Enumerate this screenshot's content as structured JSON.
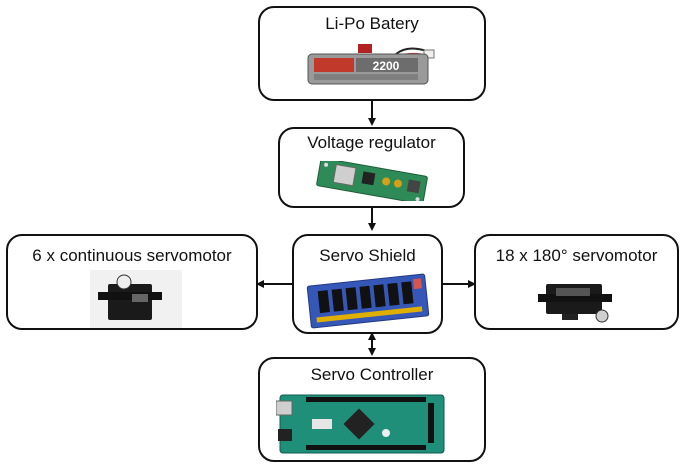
{
  "nodes": {
    "battery": {
      "label": "Li-Po Batery",
      "image_text": "2200"
    },
    "regulator": {
      "label": "Voltage regulator"
    },
    "shield": {
      "label": "Servo Shield"
    },
    "continuous": {
      "label": "6 x continuous servomotor"
    },
    "servo180": {
      "label": "18 x 180° servomotor"
    },
    "controller": {
      "label": "Servo Controller"
    }
  },
  "colors": {
    "border": "#111111",
    "arrow": "#111111",
    "battery_body": "#9a9a9a",
    "regulator_pcb": "#2e8b57",
    "shield_pcb": "#3557b8",
    "controller_pcb": "#1f8f7a",
    "servo_body": "#1a1a1a"
  }
}
